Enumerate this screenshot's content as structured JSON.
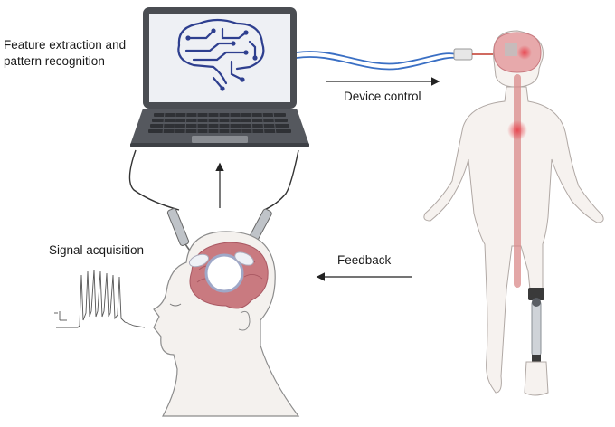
{
  "labels": {
    "feature_line1": "Feature extraction and",
    "feature_line2": "pattern recognition",
    "device_control": "Device control",
    "signal_acquisition": "Signal acquisition",
    "feedback": "Feedback"
  },
  "colors": {
    "laptop_body": "#4a4d52",
    "laptop_screen": "#eef0f4",
    "circuit_brain": "#2e3f8f",
    "cable_blue": "#3a6fc4",
    "brain_tissue": "#c97a80",
    "body_fill": "#f6f2ef",
    "spinal_cord": "#d98a8a",
    "arrow": "#222222"
  }
}
